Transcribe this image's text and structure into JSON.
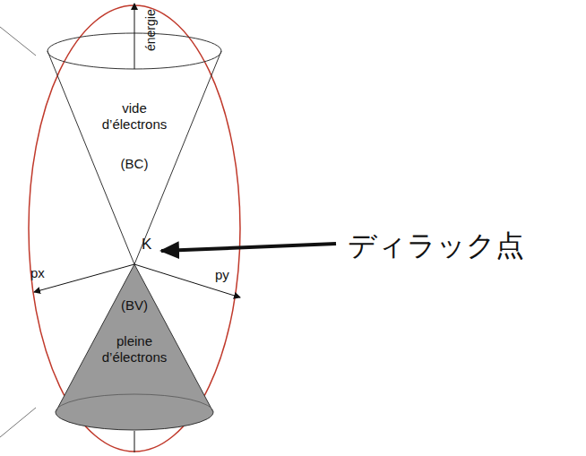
{
  "diagram": {
    "nodes": [
      {
        "text": [
          "vide d’électrons",
          "(BC)"
        ]
      },
      {
        "text": [
          "(BV)",
          "pleine d’électrons"
        ]
      }
    ],
    "labels": [
      "énergie",
      "K",
      "px",
      "py",
      "ディラック点"
    ]
  }
}
